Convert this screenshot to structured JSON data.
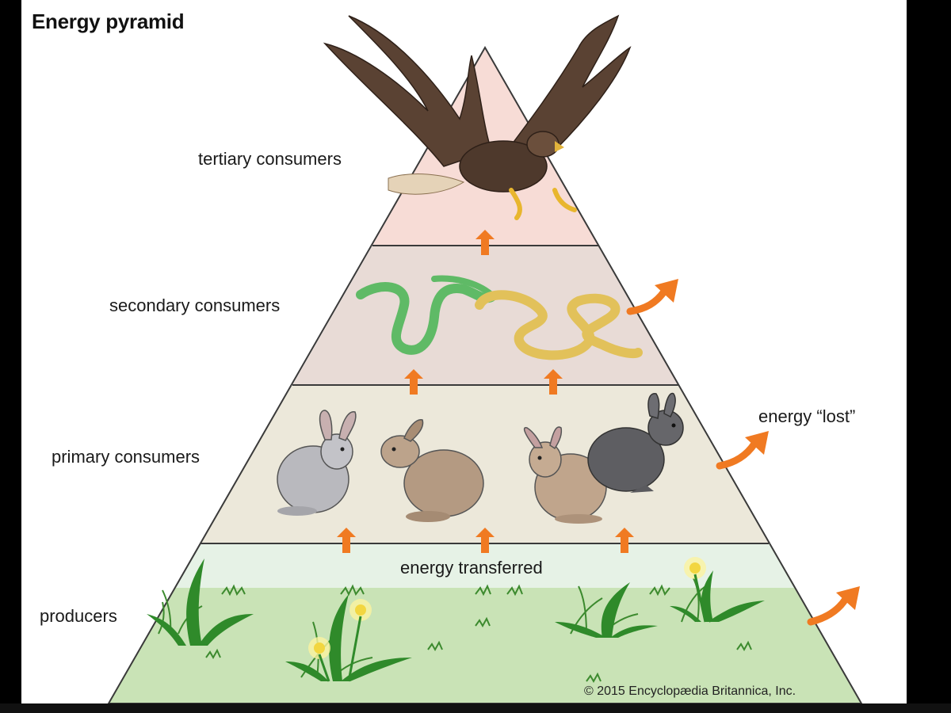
{
  "title": "Energy pyramid",
  "levels": [
    {
      "label": "tertiary consumers",
      "color": "#f7dcd6"
    },
    {
      "label": "secondary consumers",
      "color": "#e8dbd6"
    },
    {
      "label": "primary consumers",
      "color": "#ece8da"
    },
    {
      "label": "producers",
      "color": "#c9e3b6"
    }
  ],
  "annotations": {
    "energy_lost": "energy “lost”",
    "energy_transferred": "energy transferred"
  },
  "copyright": "© 2015 Encyclopædia Britannica, Inc.",
  "colors": {
    "arrow": "#f07a22",
    "outline": "#3a3a3a"
  },
  "icons": [
    "eagle-icon",
    "green-snake-icon",
    "yellow-snake-icon",
    "gray-rabbit-icon",
    "brown-rabbit-icon",
    "dark-rabbit-icon",
    "grass-icon",
    "flower-icon"
  ]
}
